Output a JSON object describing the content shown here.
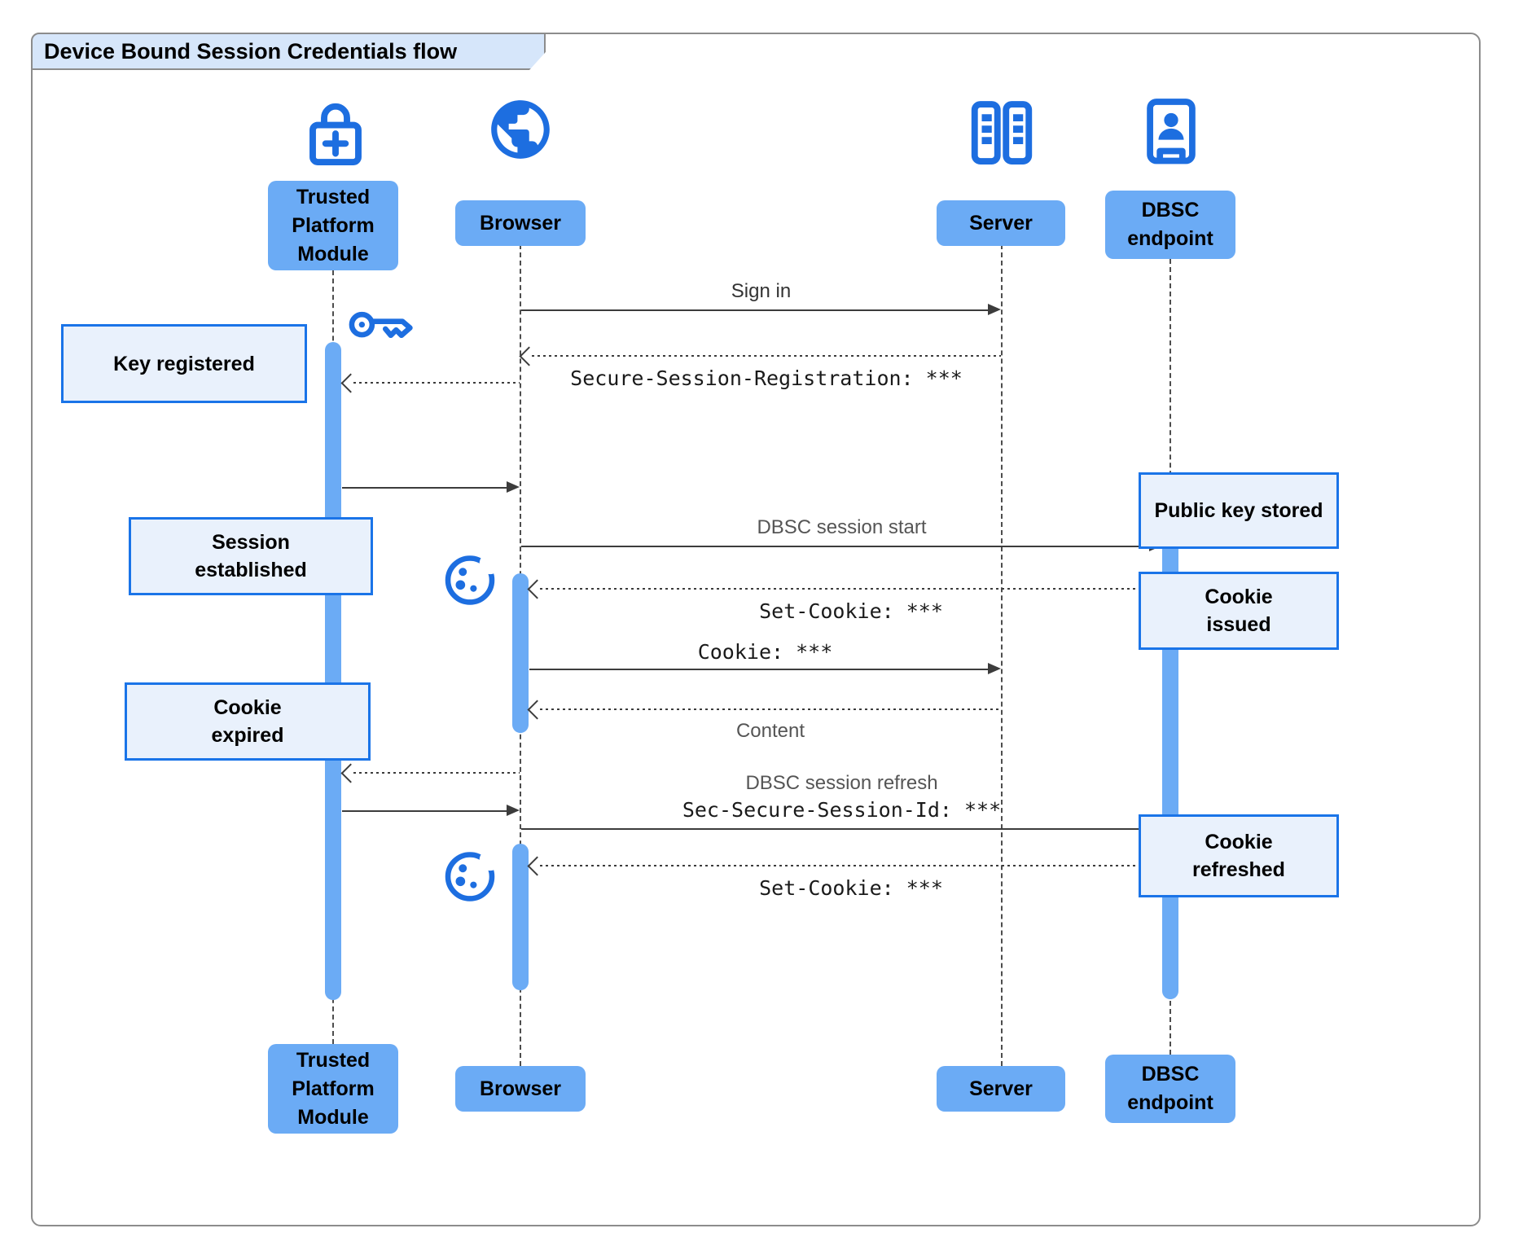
{
  "title": "Device Bound Session Credentials flow",
  "participants": {
    "tpm": {
      "label": "Trusted\nPlatform\nModule",
      "icon": "lock-plus-icon"
    },
    "browser": {
      "label": "Browser",
      "icon": "globe-icon"
    },
    "server": {
      "label": "Server",
      "icon": "server-icon"
    },
    "dbsc": {
      "label": "DBSC\nendpoint",
      "icon": "door-person-icon"
    }
  },
  "messages": {
    "sign_in": {
      "label": "Sign in",
      "from": "browser",
      "to": "server",
      "line": "solid"
    },
    "session_registration": {
      "label": "Secure-Session-Registration: ***",
      "from": "server",
      "to": "browser",
      "line": "dotted"
    },
    "key_request": {
      "label": "",
      "from": "browser",
      "to": "tpm",
      "line": "dotted"
    },
    "key_response": {
      "label": "",
      "from": "tpm",
      "to": "browser",
      "line": "solid"
    },
    "session_start": {
      "label": "DBSC session start",
      "from": "browser",
      "to": "dbsc",
      "line": "solid"
    },
    "set_cookie_1": {
      "label": "Set-Cookie: ***",
      "from": "dbsc",
      "to": "browser",
      "line": "dotted"
    },
    "cookie": {
      "label": "Cookie: ***",
      "from": "browser",
      "to": "server",
      "line": "solid"
    },
    "content": {
      "label": "Content",
      "from": "server",
      "to": "browser",
      "line": "dotted"
    },
    "refresh_request": {
      "label": "",
      "from": "browser",
      "to": "tpm",
      "line": "dotted"
    },
    "refresh_response": {
      "label": "",
      "from": "tpm",
      "to": "browser",
      "line": "solid"
    },
    "session_refresh": {
      "label": "DBSC session refresh",
      "label2": "Sec-Secure-Session-Id: ***",
      "from": "browser",
      "to": "dbsc",
      "line": "solid"
    },
    "set_cookie_2": {
      "label": "Set-Cookie: ***",
      "from": "dbsc",
      "to": "browser",
      "line": "dotted"
    }
  },
  "notes": {
    "key_registered": {
      "label": "Key registered"
    },
    "session_established": {
      "label": "Session\nestablished"
    },
    "cookie_expired": {
      "label": "Cookie\nexpired"
    },
    "public_key_stored": {
      "label": "Public key stored"
    },
    "cookie_issued": {
      "label": "Cookie\nissued"
    },
    "cookie_refreshed": {
      "label": "Cookie\nrefreshed"
    }
  },
  "colors": {
    "icon_blue": "#1d6ee0",
    "participant_fill": "#6babf5",
    "note_fill": "#e9f1fc",
    "note_border": "#1a74e8",
    "title_fill": "#d6e6fa",
    "frame_border": "#8c8c8c"
  }
}
